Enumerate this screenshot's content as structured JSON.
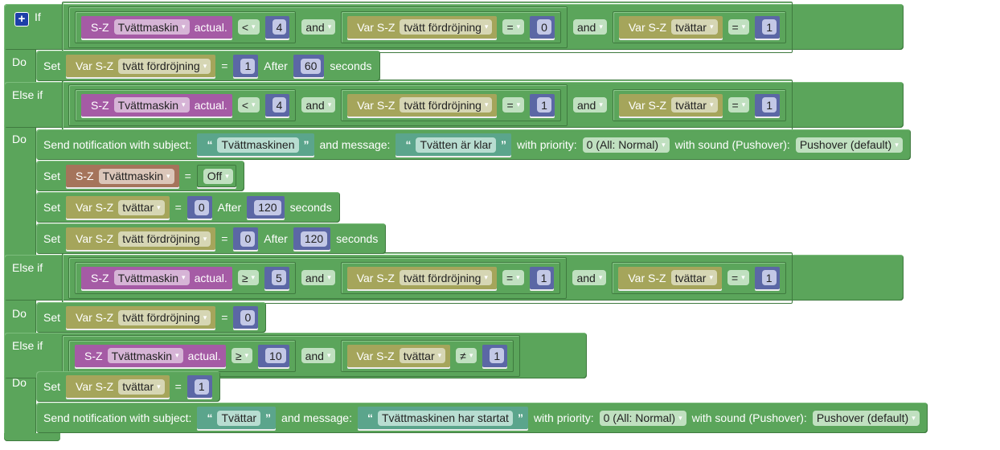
{
  "if_block": {
    "add_icon": "plus-icon",
    "if_label": "If",
    "do_label": "Do",
    "else_if_label": "Else if"
  },
  "conditions": [
    {
      "dev_prefix": "S-Z",
      "device": "Tvättmaskin",
      "prop": "actual.",
      "op": "<",
      "value": "4",
      "and1": "and",
      "var_prefix": "Var S-Z",
      "var2": "tvätt fördröjning",
      "op2": "=",
      "value2": "0",
      "and2": "and",
      "var3_prefix": "Var S-Z",
      "var3": "tvättar",
      "op3": "=",
      "value3": "1"
    },
    {
      "dev_prefix": "S-Z",
      "device": "Tvättmaskin",
      "prop": "actual.",
      "op": "<",
      "value": "4",
      "and1": "and",
      "var_prefix": "Var S-Z",
      "var2": "tvätt fördröjning",
      "op2": "=",
      "value2": "1",
      "and2": "and",
      "var3_prefix": "Var S-Z",
      "var3": "tvättar",
      "op3": "=",
      "value3": "1"
    },
    {
      "dev_prefix": "S-Z",
      "device": "Tvättmaskin",
      "prop": "actual.",
      "op": "≥",
      "value": "5",
      "and1": "and",
      "var_prefix": "Var S-Z",
      "var2": "tvätt fördröjning",
      "op2": "=",
      "value2": "1",
      "and2": "and",
      "var3_prefix": "Var S-Z",
      "var3": "tvättar",
      "op3": "=",
      "value3": "1"
    },
    {
      "dev_prefix": "S-Z",
      "device": "Tvättmaskin",
      "prop": "actual.",
      "op": "≥",
      "value": "10",
      "and1": "and",
      "var_prefix": "Var S-Z",
      "var2": "tvättar",
      "op2": "≠",
      "value2": "1"
    }
  ],
  "statements": [
    {
      "type": "setvar",
      "set": "Set",
      "var_prefix": "Var S-Z",
      "var": "tvätt fördröjning",
      "eq": "=",
      "value": "1",
      "after": "After",
      "delay": "60",
      "seconds": "seconds"
    },
    {
      "type": "notify",
      "label": "Send notification with subject:",
      "subject": "Tvättmaskinen",
      "and_message": "and message:",
      "message": "Tvätten är klar",
      "with_priority": "with priority:",
      "priority": "0 (All: Normal)",
      "with_sound": "with sound (Pushover):",
      "sound": "Pushover (default)"
    },
    {
      "type": "setdev",
      "set": "Set",
      "dev_prefix": "S-Z",
      "device": "Tvättmaskin",
      "eq": "=",
      "value": "Off"
    },
    {
      "type": "setvar",
      "set": "Set",
      "var_prefix": "Var S-Z",
      "var": "tvättar",
      "eq": "=",
      "value": "0",
      "after": "After",
      "delay": "120",
      "seconds": "seconds"
    },
    {
      "type": "setvar",
      "set": "Set",
      "var_prefix": "Var S-Z",
      "var": "tvätt fördröjning",
      "eq": "=",
      "value": "0",
      "after": "After",
      "delay": "120",
      "seconds": "seconds"
    },
    {
      "type": "setvar",
      "set": "Set",
      "var_prefix": "Var S-Z",
      "var": "tvätt fördröjning",
      "eq": "=",
      "value": "0"
    },
    {
      "type": "setvar",
      "set": "Set",
      "var_prefix": "Var S-Z",
      "var": "tvättar",
      "eq": "=",
      "value": "1"
    },
    {
      "type": "notify",
      "label": "Send notification with subject:",
      "subject": "Tvättar",
      "and_message": "and message:",
      "message": "Tvättmaskinen har startat",
      "with_priority": "with priority:",
      "priority": "0 (All: Normal)",
      "with_sound": "with sound (Pushover):",
      "sound": "Pushover (default)"
    }
  ]
}
